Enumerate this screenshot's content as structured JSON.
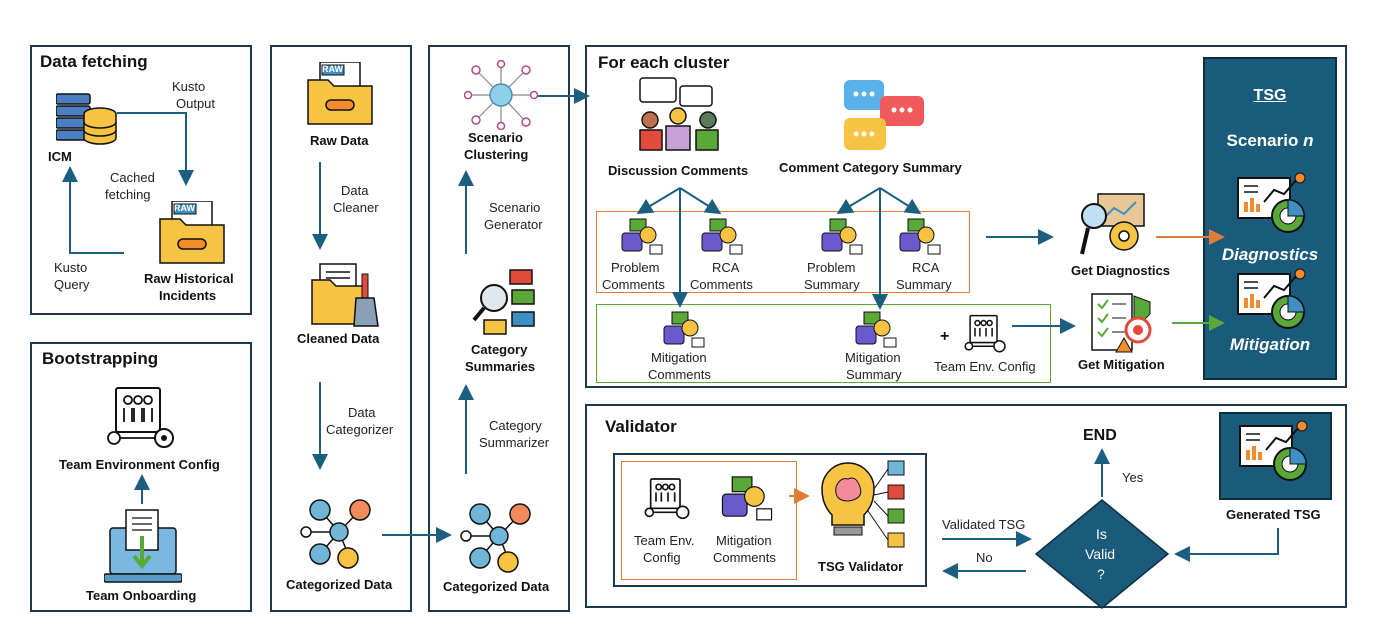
{
  "data_fetching": {
    "title": "Data fetching",
    "icm": "ICM",
    "kusto_output": [
      "Kusto",
      "Output"
    ],
    "cached_fetching": [
      "Cached",
      "fetching"
    ],
    "kusto_query": [
      "Kusto",
      "Query"
    ],
    "raw_historical": [
      "Raw Historical",
      "Incidents"
    ],
    "raw_tag": "RAW"
  },
  "bootstrapping": {
    "title": "Bootstrapping",
    "team_env_config": "Team Environment Config",
    "team_onboarding": "Team Onboarding"
  },
  "col1": {
    "raw_data": "Raw Data",
    "raw_tag": "RAW",
    "data_cleaner": [
      "Data",
      "Cleaner"
    ],
    "cleaned_data": "Cleaned Data",
    "data_categorizer": [
      "Data",
      "Categorizer"
    ],
    "categorized_data": "Categorized Data"
  },
  "col2": {
    "scenario_clustering": [
      "Scenario",
      "Clustering"
    ],
    "scenario_generator": [
      "Scenario",
      "Generator"
    ],
    "category_summaries": [
      "Category",
      "Summaries"
    ],
    "category_summarizer": [
      "Category",
      "Summarizer"
    ],
    "categorized_data": "Categorized Data"
  },
  "cluster": {
    "title": "For each cluster",
    "discussion_comments": "Discussion Comments",
    "comment_category_summary": "Comment Category Summary",
    "problem_comments": [
      "Problem",
      "Comments"
    ],
    "rca_comments": [
      "RCA",
      "Comments"
    ],
    "problem_summary": [
      "Problem",
      "Summary"
    ],
    "rca_summary": [
      "RCA",
      "Summary"
    ],
    "mitigation_comments": [
      "Mitigation",
      "Comments"
    ],
    "mitigation_summary": [
      "Mitigation",
      "Summary"
    ],
    "plus": "+",
    "team_env_config": "Team Env. Config",
    "get_diagnostics": "Get Diagnostics",
    "get_mitigation": "Get Mitigation",
    "tsg": {
      "title": "TSG",
      "scenario_prefix": "Scenario ",
      "scenario_n": "n",
      "diagnostics": "Diagnostics",
      "mitigation": "Mitigation"
    }
  },
  "validator": {
    "title": "Validator",
    "team_env_config": [
      "Team Env.",
      "Config"
    ],
    "mitigation_comments": [
      "Mitigation",
      "Comments"
    ],
    "tsg_validator": "TSG Validator",
    "validated_tsg": "Validated TSG",
    "no": "No",
    "yes": "Yes",
    "end": "END",
    "is_valid": [
      "Is",
      "Valid",
      "?"
    ],
    "generated_tsg": "Generated TSG"
  },
  "colors": {
    "panel_border": "#1b3a4b",
    "arrow": "#1b5e80",
    "tsg_bg": "#1a5a7a",
    "orange": "#e07b39",
    "green": "#5aa83a",
    "diamond": "#1a5a7a"
  }
}
